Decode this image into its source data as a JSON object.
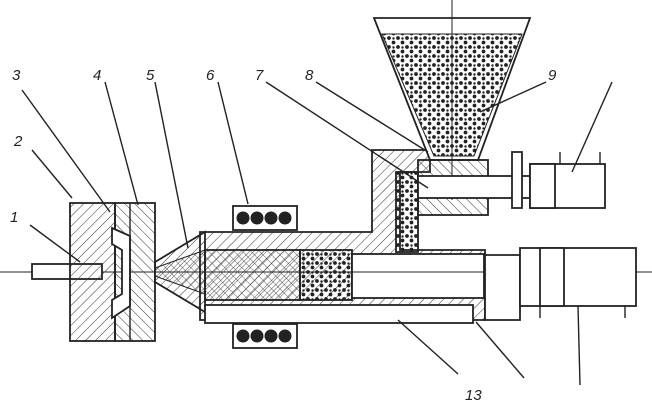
{
  "labels": [
    "1",
    "2",
    "3",
    "4",
    "5",
    "6",
    "7",
    "8",
    "9",
    "13"
  ],
  "colors": {
    "ink": "#222222",
    "paper": "#ffffff"
  }
}
